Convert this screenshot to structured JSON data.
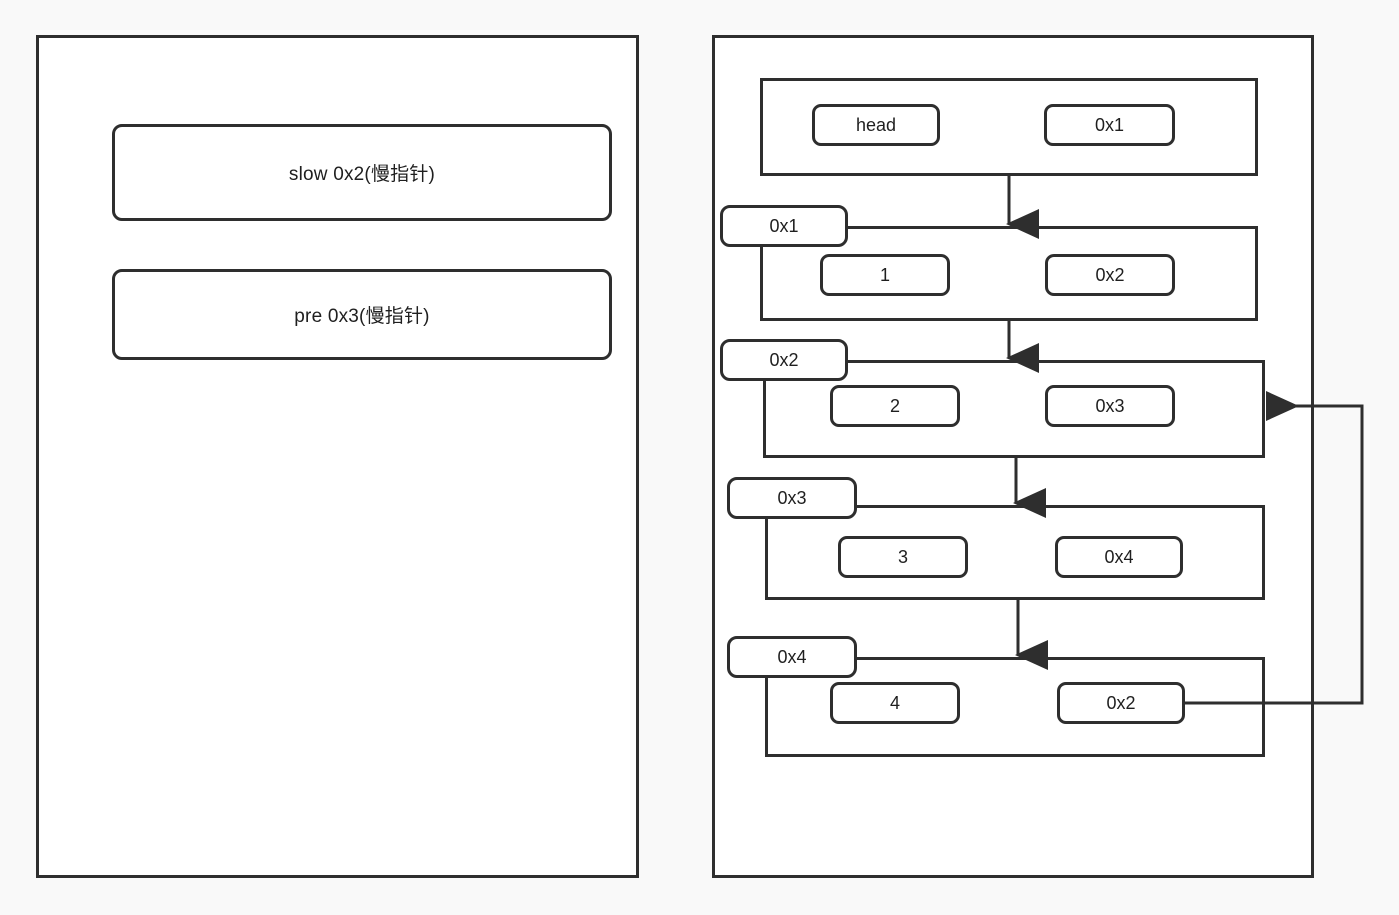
{
  "diagram": {
    "title": "linked-list-cycle-pointer-state",
    "background_color": "#f9f9f9",
    "stroke_color": "#2e2e2e",
    "fill_color": "#ffffff"
  },
  "left_panel": {
    "pointers": [
      {
        "label": "slow 0x2(慢指针)",
        "name": "slow",
        "address": "0x2",
        "note": "慢指针"
      },
      {
        "label": "pre 0x3(慢指针)",
        "name": "pre",
        "address": "0x3",
        "note": "慢指针"
      }
    ]
  },
  "right_panel": {
    "head": {
      "name_label": "head",
      "next_label": "0x1"
    },
    "nodes": [
      {
        "tab": "0x1",
        "value": "1",
        "next": "0x2"
      },
      {
        "tab": "0x2",
        "value": "2",
        "next": "0x3"
      },
      {
        "tab": "0x3",
        "value": "3",
        "next": "0x4"
      },
      {
        "tab": "0x4",
        "value": "4",
        "next": "0x2"
      }
    ],
    "edges": [
      {
        "from": "head",
        "to": "0x1",
        "kind": "down-arrow"
      },
      {
        "from": "0x1",
        "to": "0x2",
        "kind": "down-arrow"
      },
      {
        "from": "0x2",
        "to": "0x3",
        "kind": "down-arrow"
      },
      {
        "from": "0x3",
        "to": "0x4",
        "kind": "down-arrow"
      },
      {
        "from": "0x4",
        "to": "0x2",
        "kind": "loop-back-arrow"
      }
    ]
  }
}
